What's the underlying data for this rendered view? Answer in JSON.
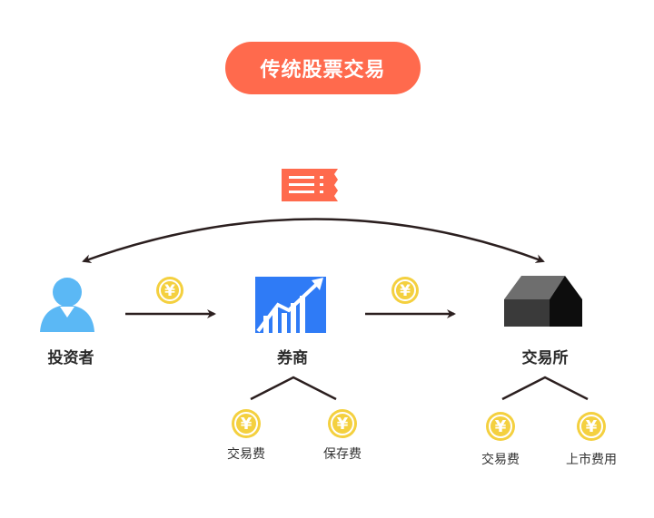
{
  "title": "传统股票交易",
  "nodes": {
    "investor": "投资者",
    "broker": "券商",
    "exchange": "交易所"
  },
  "broker_fees": [
    "交易费",
    "保存费"
  ],
  "exchange_fees": [
    "交易费",
    "上市费用"
  ],
  "currency_symbol": "¥",
  "colors": {
    "accent": "#ff6a4d",
    "coin": "#f4d03f",
    "investor": "#5bb8f5",
    "broker": "#2f7bf6",
    "exchange": "#3a3a3a"
  },
  "icons": [
    "ticket-icon",
    "investor-icon",
    "broker-chart-icon",
    "exchange-building-icon",
    "yen-coin-icon"
  ]
}
